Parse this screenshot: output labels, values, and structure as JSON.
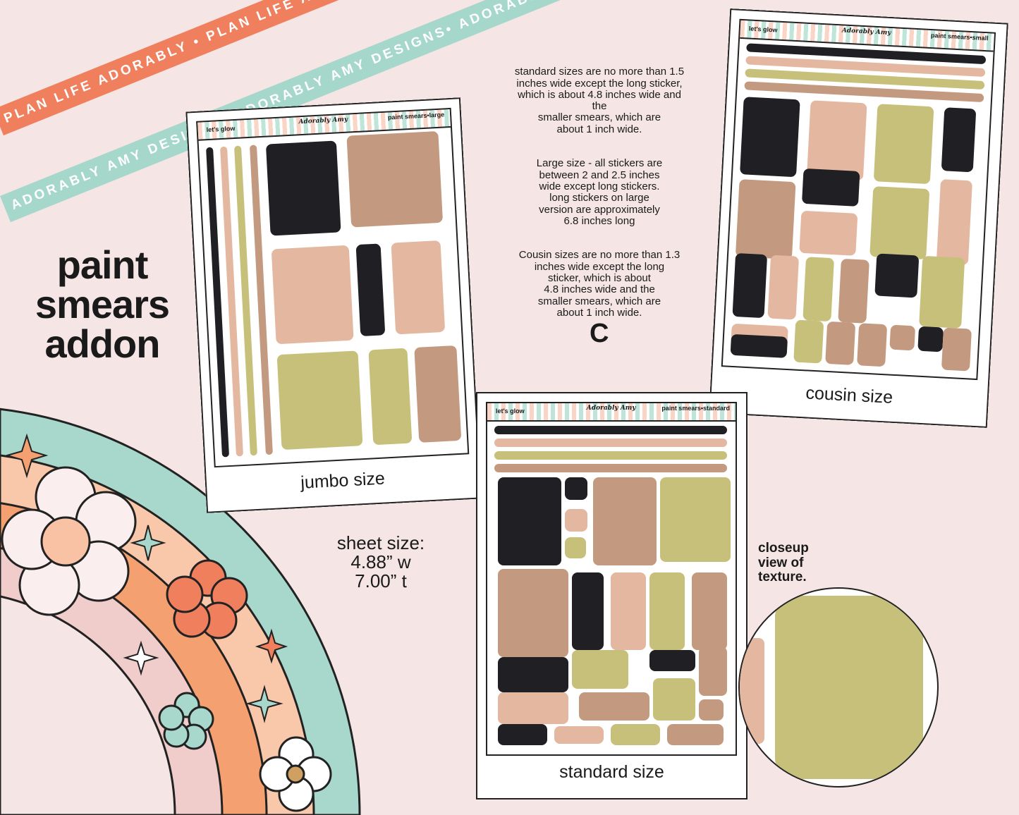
{
  "ribbons": {
    "coral": {
      "text": "PLAN LIFE ADORABLY • PLAN LIFE ADORABLY • PLAN LIFE ADORABLY",
      "color": "#f07f5e"
    },
    "teal": {
      "text": "ADORABLY AMY DESIGNS• ADORABLY AMY DESIGNS• ADORABLY AMY DESIGNS",
      "color": "#a6d7cb"
    }
  },
  "title": {
    "line1": "paint",
    "line2": "smears",
    "line3": "addon"
  },
  "info": {
    "p1": "standard sizes are no more than 1.5\ninches wide except the long sticker,\nwhich is about 4.8 inches wide and\nthe\nsmaller smears, which are\nabout 1 inch wide.",
    "p2": "Large size - all stickers are\nbetween 2 and 2.5 inches\nwide except long stickers.\nlong stickers on large\nversion are approximately\n6.8 inches long",
    "p3": "Cousin sizes are no more than 1.3\ninches wide except the long\nsticker, which is about\n4.8 inches wide and the\nsmaller smears, which are\nabout 1 inch wide."
  },
  "letter": "C",
  "sheet_size": "sheet size:\n4.88” w\n7.00” t",
  "closeup_label": "closeup\nview of\ntexture.",
  "sheets": {
    "jumbo": {
      "left": "let's glow",
      "brand": "Adorably Amy",
      "right": "paint smears•large",
      "label": "jumbo size"
    },
    "cousin": {
      "left": "let's glow",
      "brand": "Adorably Amy",
      "right": "paint smears•small",
      "label": "cousin size"
    },
    "standard": {
      "left": "let's glow",
      "brand": "Adorably Amy",
      "right": "paint smears•standard",
      "label": "standard size"
    }
  },
  "colors": {
    "black": "#1f1f24",
    "tan": "#c39a80",
    "peach": "#e3b7a0",
    "olive": "#c6c07a",
    "background": "#f5e5e5"
  }
}
